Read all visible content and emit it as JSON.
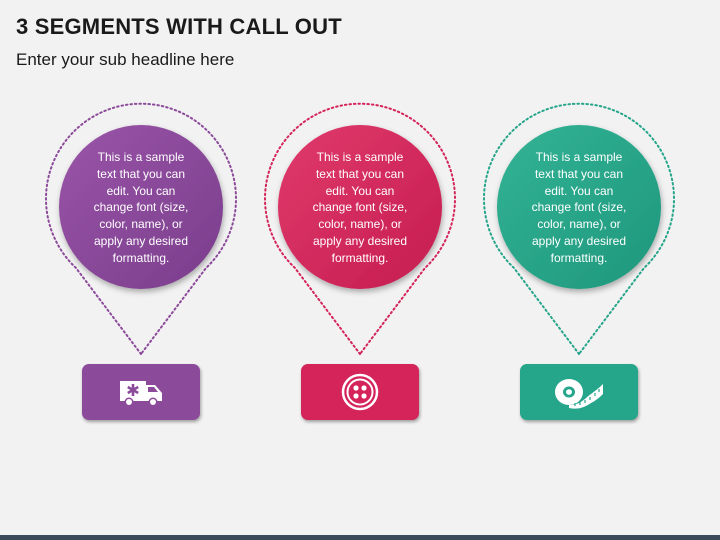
{
  "slide": {
    "title": "3 SEGMENTS WITH CALL OUT",
    "subtitle": "Enter your sub headline here"
  },
  "segments": [
    {
      "text": "This is a sample\ntext that you can\nedit. You can\nchange font (size,\ncolor, name), or\napply any desired\nformatting.",
      "color": "#8c4a9a",
      "icon": "ambulance-icon"
    },
    {
      "text": "This is a sample\ntext that you can\nedit. You can\nchange font (size,\ncolor, name), or\napply any desired\nformatting.",
      "color": "#d4245a",
      "icon": "button-icon"
    },
    {
      "text": "This is a sample\ntext that you can\nedit. You can\nchange font (size,\ncolor, name), or\napply any desired\nformatting.",
      "color": "#25a58a",
      "icon": "measuring-tape-icon"
    }
  ]
}
